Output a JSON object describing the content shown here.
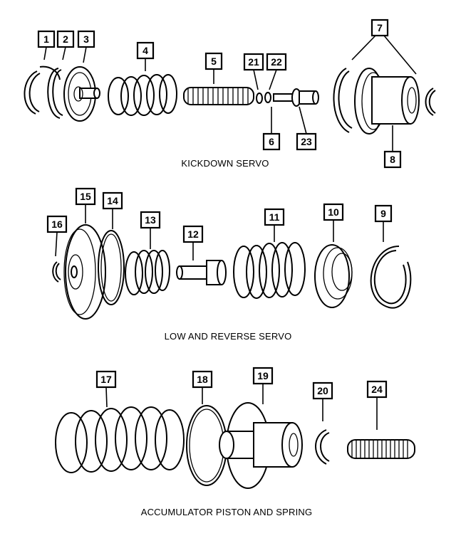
{
  "sections": {
    "kickdown": "KICKDOWN SERVO",
    "low_reverse": "LOW AND REVERSE SERVO",
    "accumulator": "ACCUMULATOR PISTON AND SPRING"
  },
  "callouts": {
    "c1": "1",
    "c2": "2",
    "c3": "3",
    "c4": "4",
    "c5": "5",
    "c6": "6",
    "c7": "7",
    "c8": "8",
    "c9": "9",
    "c10": "10",
    "c11": "11",
    "c12": "12",
    "c13": "13",
    "c14": "14",
    "c15": "15",
    "c16": "16",
    "c17": "17",
    "c18": "18",
    "c19": "19",
    "c20": "20",
    "c21": "21",
    "c22": "22",
    "c23": "23",
    "c24": "24"
  }
}
